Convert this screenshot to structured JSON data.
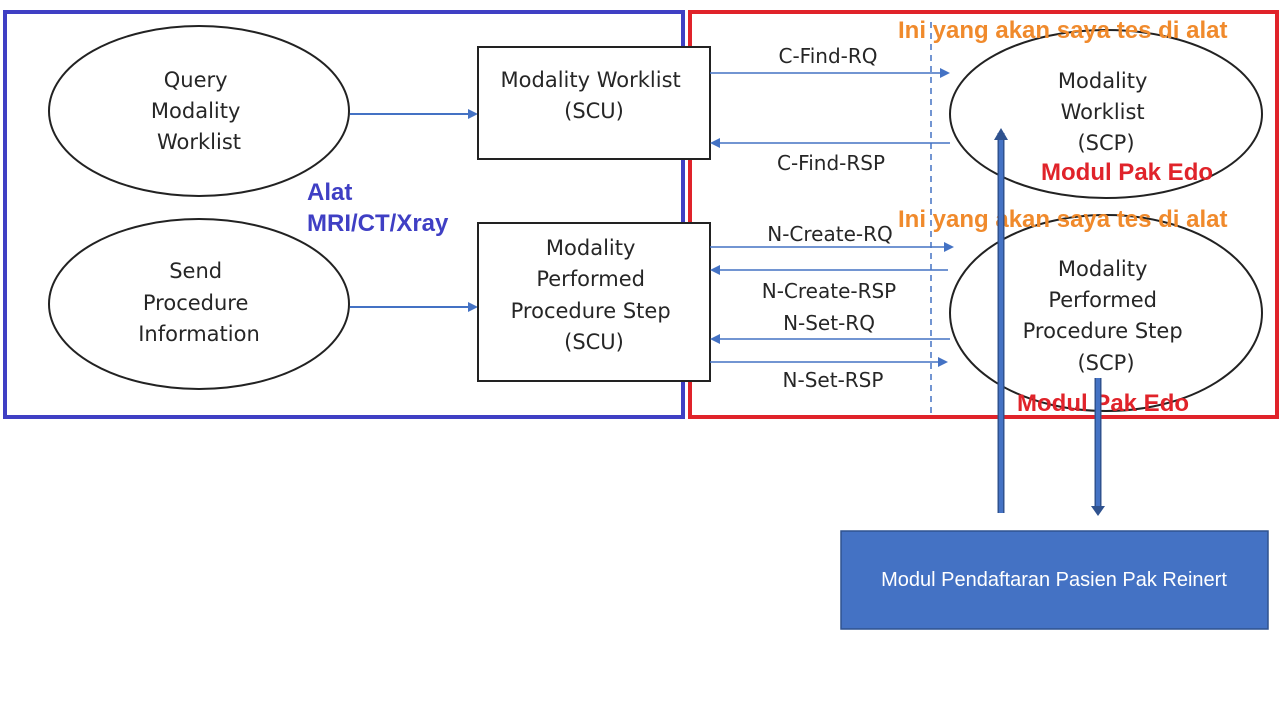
{
  "colors": {
    "left_frame": "#3f3fc4",
    "right_frame": "#e0232a",
    "arrow": "#4472c4",
    "note_orange": "#f08a2c",
    "note_red": "#e0232a",
    "registration_fill": "#4472c4"
  },
  "left_group": {
    "label_line1": "Alat",
    "label_line2": "MRI/CT/Xray",
    "query_ellipse": [
      "Query",
      "Modality",
      "Worklist"
    ],
    "send_ellipse": [
      "Send",
      "Procedure",
      "Information"
    ],
    "mwl_scu_box": [
      "Modality Worklist",
      "(SCU)"
    ],
    "mpps_scu_box": [
      "Modality",
      "Performed",
      "Procedure Step",
      "(SCU)"
    ]
  },
  "messages": {
    "c_find_rq": "C-Find-RQ",
    "c_find_rsp": "C-Find-RSP",
    "n_create_rq": "N-Create-RQ",
    "n_create_rsp": "N-Create-RSP",
    "n_set_rq": "N-Set-RQ",
    "n_set_rsp": "N-Set-RSP"
  },
  "right_group": {
    "test_note_top": "Ini yang akan saya tes di alat",
    "test_note_bottom": "Ini yang akan saya tes di alat",
    "mwl_scp_ellipse": [
      "Modality",
      "Worklist",
      "(SCP)"
    ],
    "mpps_scp_ellipse": [
      "Modality",
      "Performed",
      "Procedure Step",
      "(SCP)"
    ],
    "module_label_top": "Modul Pak Edo",
    "module_label_bottom": "Modul Pak Edo"
  },
  "registration_box": {
    "label": "Modul Pendaftaran Pasien Pak Reinert"
  }
}
